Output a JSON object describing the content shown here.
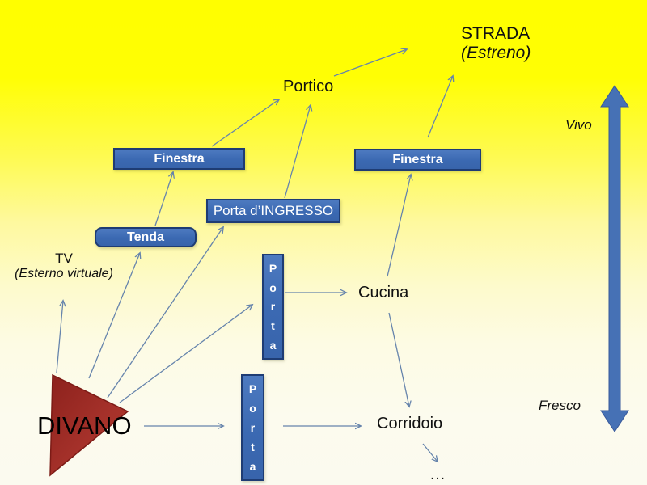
{
  "slide": {
    "background_top_color": "#FFFE00",
    "background_bottom_color": "#FBFAEF"
  },
  "nodes": {
    "strada": {
      "label": "STRADA",
      "sublabel": "(Estreno)"
    },
    "portico": {
      "label": "Portico"
    },
    "finestra_left": {
      "label": "Finestra"
    },
    "finestra_right": {
      "label": "Finestra"
    },
    "porta_ingresso": {
      "label": "Porta d’INGRESSO"
    },
    "tenda": {
      "label": "Tenda"
    },
    "tv": {
      "label": "TV",
      "sublabel": "(Esterno virtuale)"
    },
    "porta_upper": {
      "letters": [
        "P",
        "o",
        "r",
        "t",
        "a"
      ]
    },
    "porta_lower": {
      "letters": [
        "P",
        "o",
        "r",
        "t",
        "a"
      ]
    },
    "cucina": {
      "label": "Cucina"
    },
    "corridoio": {
      "label": "Corridoio"
    },
    "ellipsis": {
      "label": "…"
    },
    "divano": {
      "label": "DIVANO"
    }
  },
  "gradient_axis": {
    "top_label": "Vivo",
    "bottom_label": "Fresco"
  },
  "colors": {
    "box_fill": "#3E6CB5",
    "box_border": "#1E3C74",
    "box_text": "#FFFFFF",
    "connector_arrow": "#6684AC",
    "big_double_arrow": "#4671B5",
    "divano_triangle": "#A02E24",
    "label_text": "#111111"
  }
}
